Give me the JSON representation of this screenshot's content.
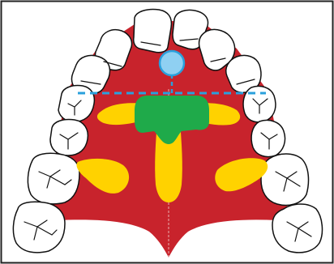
{
  "diagram": {
    "subject": "palate",
    "labels": [],
    "colors": {
      "frame": "#222222",
      "palate": "#c8232c",
      "tooth_fill": "#ffffff",
      "tooth_outline": "#111111",
      "yellow_zones": "#ffd200",
      "green_zone": "#1faa4a",
      "blue_marker": "#8fd0f2",
      "blue_line": "#2aa0dc",
      "midline": "#e8b0b0"
    },
    "elements": [
      "palate-area",
      "left-upper-teeth",
      "right-upper-teeth",
      "blue-circle-marker",
      "blue-dashed-reference-line",
      "green-zone",
      "yellow-central-stripe",
      "yellow-left-lateral-zone",
      "yellow-right-lateral-zone",
      "yellow-horizontal-zone",
      "midline"
    ]
  }
}
